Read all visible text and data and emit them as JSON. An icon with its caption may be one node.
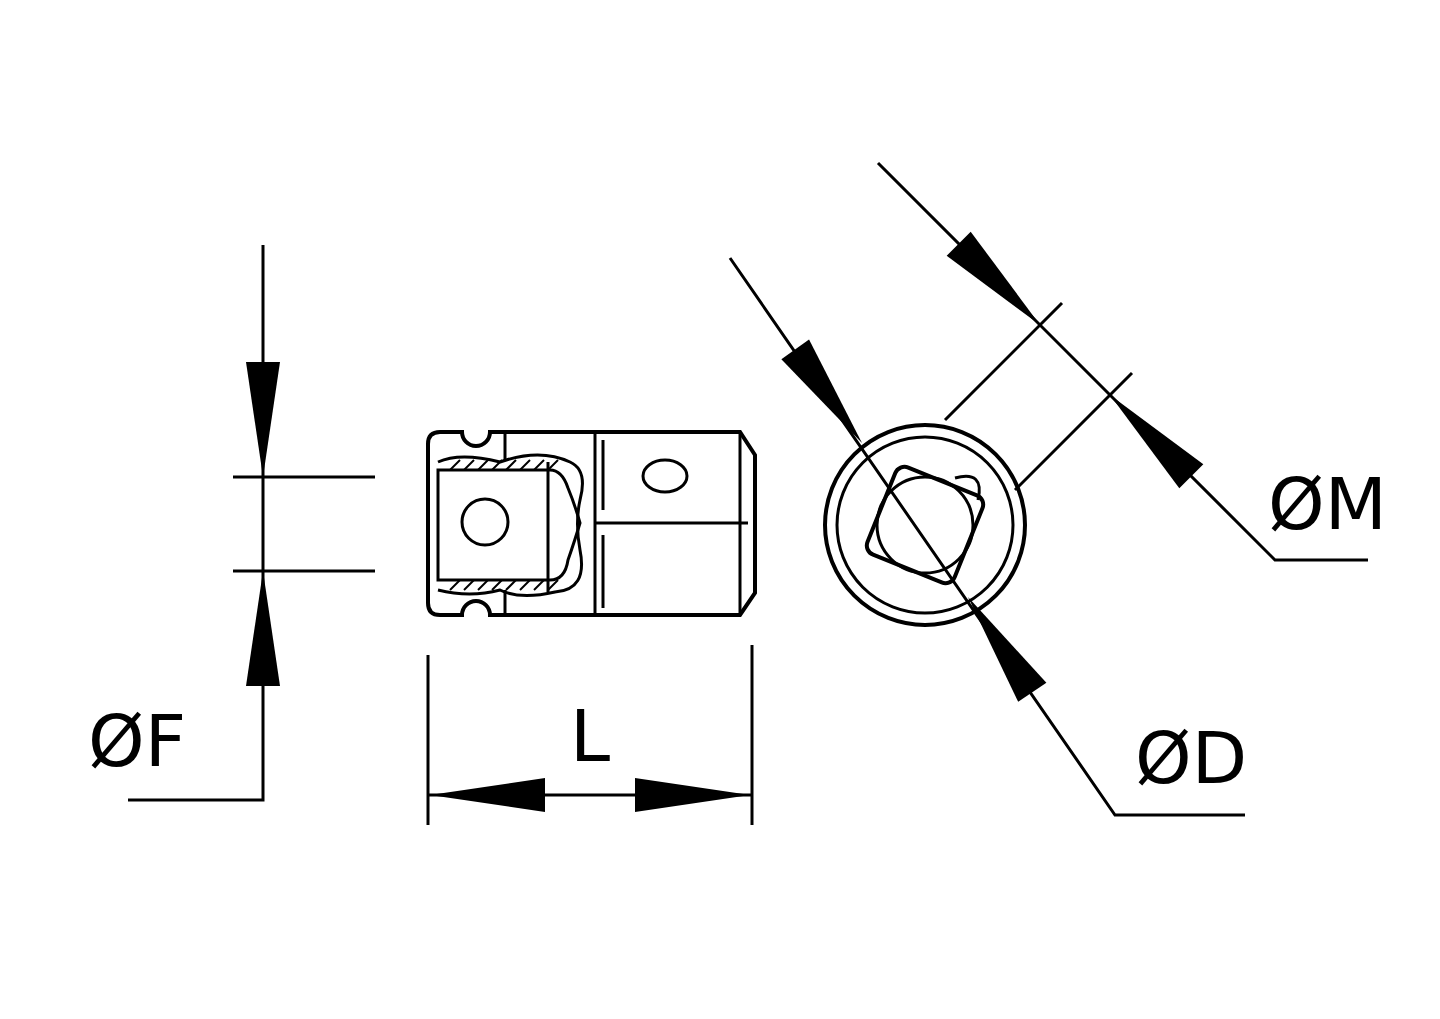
{
  "diagram": {
    "labels": [
      "ØM",
      "ØF",
      "L",
      "ØD"
    ]
  }
}
